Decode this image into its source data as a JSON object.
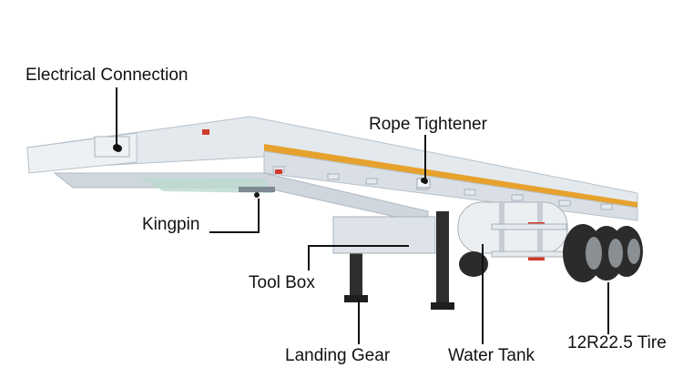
{
  "labels": {
    "electrical_connection": "Electrical Connection",
    "rope_tightener": "Rope Tightener",
    "kingpin": "Kingpin",
    "tool_box": "Tool Box",
    "landing_gear": "Landing Gear",
    "water_tank": "Water Tank",
    "tire": "12R22.5 Tire"
  },
  "colors": {
    "frame": "#e4e9ee",
    "frame_shadow": "#c2cad2",
    "side_stripe": "#e6a22c",
    "tire": "#2b2b2b",
    "rim": "#8a8f94",
    "reflector_red": "#d23a2a",
    "leader_line": "#111111"
  }
}
